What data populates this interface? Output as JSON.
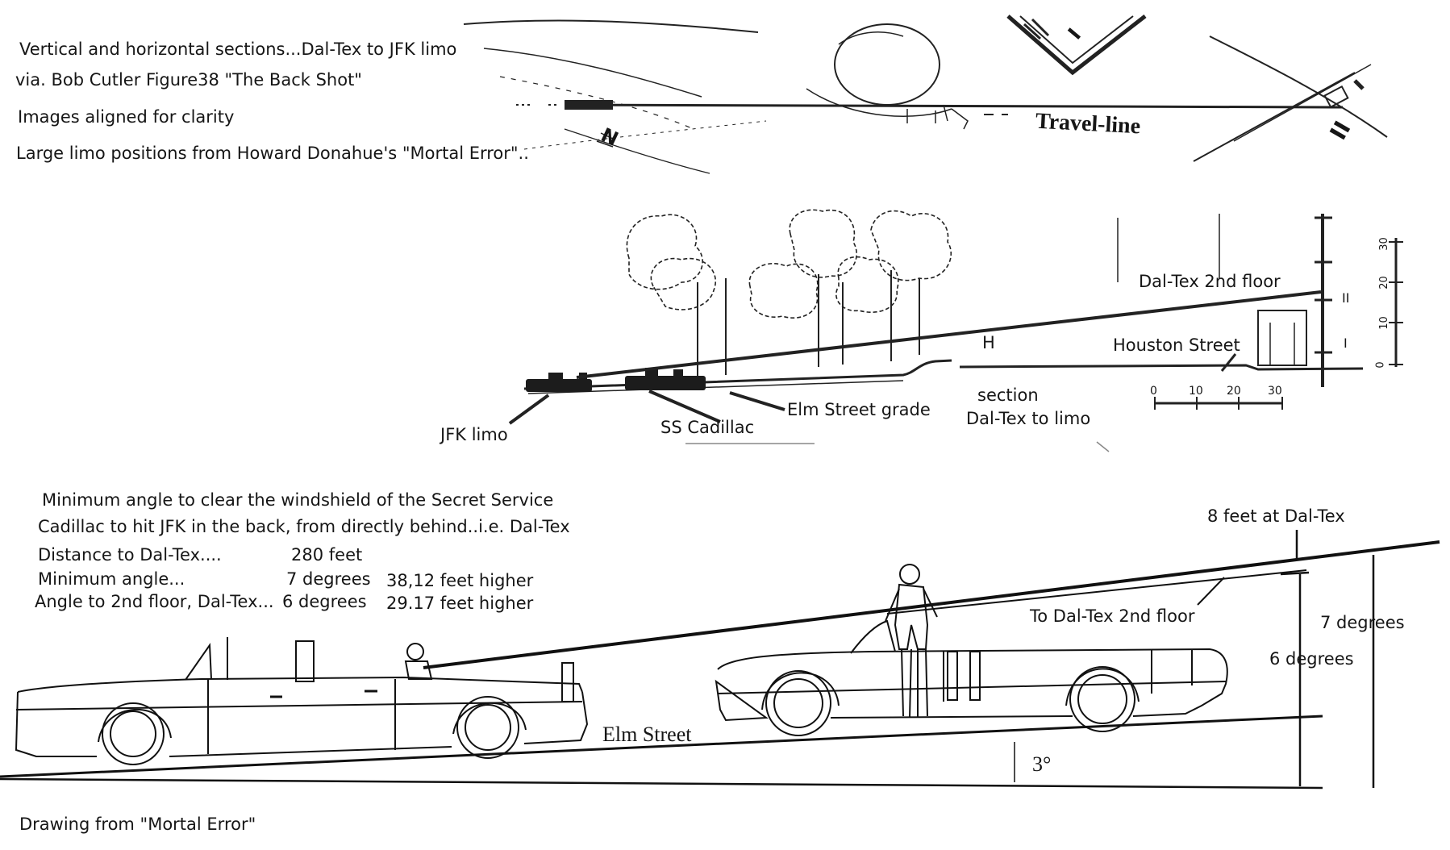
{
  "header_notes": [
    "Vertical and horizontal sections...Dal-Tex to JFK limo",
    "via. Bob Cutler    Figure38 \"The Back Shot\"",
    "Images aligned for clarity",
    "Large limo positions from Howard Donahue's \"Mortal Error\".."
  ],
  "plan_view": {
    "travel_line": "Travel-line",
    "north": "N",
    "label_I": "I",
    "label_II": "II"
  },
  "section_view": {
    "dal_tex_2nd_floor": "Dal-Tex 2nd floor",
    "houston_street": "Houston Street",
    "h_label": "H",
    "section_label": "section",
    "section_sub": "Dal-Tex to limo",
    "elm_street_grade": "Elm Street grade",
    "jfk_limo": "JFK limo",
    "ss_cadillac": "SS Cadillac",
    "scale_ticks": [
      "0",
      "10",
      "20",
      "30"
    ],
    "vertical_scale_ticks": [
      "0",
      "10",
      "20",
      "30"
    ],
    "floor_II": "II",
    "floor_I": "I"
  },
  "analysis": {
    "line1": "Minimum angle to clear the windshield of the Secret Service",
    "line2": "Cadillac to hit JFK in the back, from directly behind..i.e. Dal-Tex",
    "rows": [
      {
        "label": "Distance to Dal-Tex....",
        "value": "280 feet",
        "extra": ""
      },
      {
        "label": "Minimum angle...",
        "value": "7 degrees",
        "extra": "38,12 feet higher"
      },
      {
        "label": "Angle to 2nd floor, Dal-Tex...",
        "value": "6 degrees",
        "extra": "29.17 feet higher"
      }
    ]
  },
  "side_view": {
    "eight_feet": "8 feet at Dal-Tex",
    "to_dal_tex": "To Dal-Tex 2nd floor",
    "seven_degrees": "7 degrees",
    "six_degrees": "6 degrees",
    "elm_street": "Elm Street",
    "three_degrees": "3°"
  },
  "footer_credit": "Drawing from \"Mortal Error\""
}
